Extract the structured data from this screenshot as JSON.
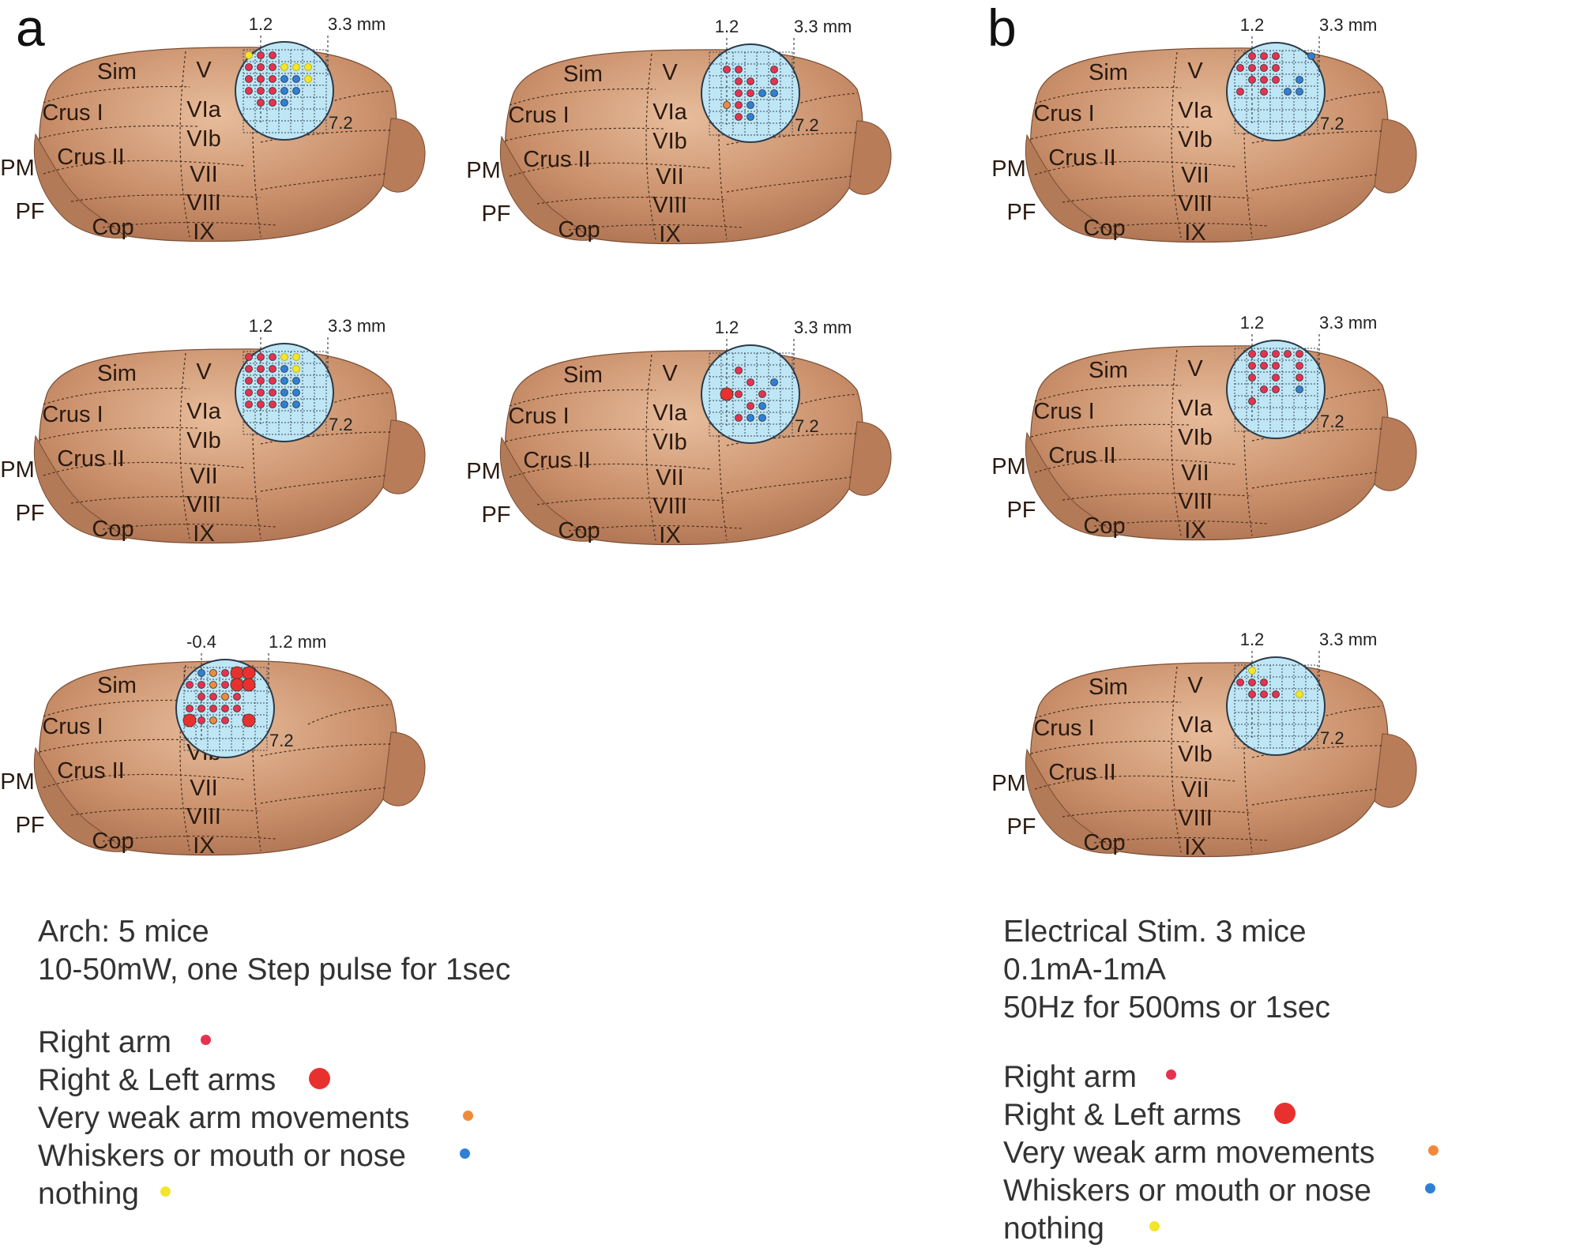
{
  "panels": [
    {
      "letter": "a",
      "conditions": [
        "Arch: 5 mice",
        "10-50mW, one Step pulse for 1sec"
      ],
      "legend": [
        {
          "label": "Right arm",
          "kind": "right"
        },
        {
          "label": "Right & Left arms",
          "kind": "both"
        },
        {
          "label": "Very weak arm movements",
          "kind": "weak"
        },
        {
          "label": "Whiskers or mouth or nose",
          "kind": "whisk"
        },
        {
          "label": "nothing",
          "kind": "none"
        }
      ]
    },
    {
      "letter": "b",
      "conditions": [
        "Electrical Stim. 3 mice",
        "0.1mA-1mA",
        "50Hz for 500ms or 1sec"
      ],
      "legend": [
        {
          "label": "Right arm",
          "kind": "right"
        },
        {
          "label": "Right & Left arms",
          "kind": "both"
        },
        {
          "label": "Very weak arm movements",
          "kind": "weak"
        },
        {
          "label": "Whiskers or mouth or nose",
          "kind": "whisk"
        },
        {
          "label": "nothing",
          "kind": "none"
        }
      ]
    }
  ],
  "region_labels": {
    "sim": "Sim",
    "v": "V",
    "crus1": "Crus I",
    "via": "VIa",
    "vib": "VIb",
    "crus2": "Crus II",
    "pm": "PM",
    "vii": "VII",
    "pf": "PF",
    "viii": "VIII",
    "cop": "Cop",
    "ix": "IX"
  },
  "colors": {
    "right": "#e8314f",
    "both": "#e8312f",
    "weak": "#f08a3a",
    "whisk": "#2f7fd6",
    "none": "#f2e52a",
    "brain": "#c98f6a",
    "window": "#bfe6f5"
  },
  "brains": [
    {
      "id": "a1",
      "tick_left": "1.2",
      "tick_right": "3.3 mm",
      "tick_side": "7.2",
      "dots": [
        [
          0,
          0,
          "none"
        ],
        [
          1,
          0,
          "right"
        ],
        [
          2,
          0,
          "right"
        ],
        [
          0,
          1,
          "right"
        ],
        [
          1,
          1,
          "right"
        ],
        [
          2,
          1,
          "right"
        ],
        [
          3,
          1,
          "none"
        ],
        [
          4,
          1,
          "none"
        ],
        [
          5,
          1,
          "none"
        ],
        [
          0,
          2,
          "right"
        ],
        [
          1,
          2,
          "right"
        ],
        [
          2,
          2,
          "right"
        ],
        [
          3,
          2,
          "whisk"
        ],
        [
          4,
          2,
          "whisk"
        ],
        [
          5,
          2,
          "none"
        ],
        [
          0,
          3,
          "right"
        ],
        [
          1,
          3,
          "right"
        ],
        [
          2,
          3,
          "right"
        ],
        [
          3,
          3,
          "whisk"
        ],
        [
          4,
          3,
          "whisk"
        ],
        [
          1,
          4,
          "right"
        ],
        [
          2,
          4,
          "right"
        ],
        [
          3,
          4,
          "whisk"
        ]
      ]
    },
    {
      "id": "a2",
      "tick_left": "1.2",
      "tick_right": "3.3 mm",
      "tick_side": "7.2",
      "dots": [
        [
          1,
          1,
          "right"
        ],
        [
          2,
          1,
          "right"
        ],
        [
          5,
          1,
          "right"
        ],
        [
          2,
          2,
          "right"
        ],
        [
          3,
          2,
          "right"
        ],
        [
          5,
          2,
          "right"
        ],
        [
          2,
          3,
          "right"
        ],
        [
          3,
          3,
          "right"
        ],
        [
          4,
          3,
          "whisk"
        ],
        [
          5,
          3,
          "whisk"
        ],
        [
          1,
          4,
          "weak"
        ],
        [
          2,
          4,
          "right"
        ],
        [
          3,
          4,
          "whisk"
        ],
        [
          2,
          5,
          "right"
        ],
        [
          3,
          5,
          "whisk"
        ]
      ]
    },
    {
      "id": "b1",
      "tick_left": "1.2",
      "tick_right": "3.3 mm",
      "tick_side": "7.2",
      "dots": [
        [
          1,
          0,
          "right"
        ],
        [
          2,
          0,
          "right"
        ],
        [
          3,
          0,
          "right"
        ],
        [
          6,
          0,
          "whisk"
        ],
        [
          0,
          1,
          "right"
        ],
        [
          1,
          1,
          "right"
        ],
        [
          2,
          1,
          "right"
        ],
        [
          3,
          1,
          "right"
        ],
        [
          1,
          2,
          "right"
        ],
        [
          2,
          2,
          "right"
        ],
        [
          3,
          2,
          "right"
        ],
        [
          5,
          2,
          "whisk"
        ],
        [
          0,
          3,
          "right"
        ],
        [
          2,
          3,
          "right"
        ],
        [
          4,
          3,
          "whisk"
        ],
        [
          5,
          3,
          "whisk"
        ]
      ]
    },
    {
      "id": "a3",
      "tick_left": "1.2",
      "tick_right": "3.3 mm",
      "tick_side": "7.2",
      "dots": [
        [
          0,
          0,
          "right"
        ],
        [
          1,
          0,
          "right"
        ],
        [
          2,
          0,
          "right"
        ],
        [
          3,
          0,
          "none"
        ],
        [
          4,
          0,
          "none"
        ],
        [
          0,
          1,
          "right"
        ],
        [
          1,
          1,
          "right"
        ],
        [
          2,
          1,
          "right"
        ],
        [
          3,
          1,
          "whisk"
        ],
        [
          4,
          1,
          "none"
        ],
        [
          0,
          2,
          "right"
        ],
        [
          1,
          2,
          "right"
        ],
        [
          2,
          2,
          "right"
        ],
        [
          3,
          2,
          "whisk"
        ],
        [
          4,
          2,
          "whisk"
        ],
        [
          0,
          3,
          "right"
        ],
        [
          1,
          3,
          "right"
        ],
        [
          2,
          3,
          "right"
        ],
        [
          3,
          3,
          "whisk"
        ],
        [
          4,
          3,
          "whisk"
        ],
        [
          0,
          4,
          "right"
        ],
        [
          1,
          4,
          "right"
        ],
        [
          2,
          4,
          "right"
        ],
        [
          3,
          4,
          "whisk"
        ],
        [
          4,
          4,
          "whisk"
        ]
      ]
    },
    {
      "id": "a4",
      "tick_left": "1.2",
      "tick_right": "3.3 mm",
      "tick_side": "7.2",
      "dots": [
        [
          2,
          1,
          "right"
        ],
        [
          3,
          2,
          "right"
        ],
        [
          5,
          2,
          "whisk"
        ],
        [
          1,
          3,
          "both"
        ],
        [
          2,
          3,
          "right"
        ],
        [
          4,
          3,
          "right"
        ],
        [
          3,
          4,
          "right"
        ],
        [
          4,
          4,
          "whisk"
        ],
        [
          2,
          5,
          "right"
        ],
        [
          3,
          5,
          "whisk"
        ],
        [
          4,
          5,
          "whisk"
        ]
      ]
    },
    {
      "id": "b2",
      "tick_left": "1.2",
      "tick_right": "3.3 mm",
      "tick_side": "7.2",
      "dots": [
        [
          1,
          0,
          "right"
        ],
        [
          2,
          0,
          "right"
        ],
        [
          3,
          0,
          "right"
        ],
        [
          4,
          0,
          "right"
        ],
        [
          5,
          0,
          "right"
        ],
        [
          1,
          1,
          "right"
        ],
        [
          2,
          1,
          "right"
        ],
        [
          3,
          1,
          "right"
        ],
        [
          5,
          1,
          "right"
        ],
        [
          1,
          2,
          "right"
        ],
        [
          3,
          2,
          "right"
        ],
        [
          5,
          2,
          "right"
        ],
        [
          2,
          3,
          "right"
        ],
        [
          3,
          3,
          "right"
        ],
        [
          5,
          3,
          "whisk"
        ],
        [
          1,
          4,
          "right"
        ]
      ]
    },
    {
      "id": "a5",
      "tick_left": "-0.4",
      "tick_right": "1.2 mm",
      "tick_side": "7.2",
      "dots": [
        [
          1,
          0,
          "whisk"
        ],
        [
          2,
          0,
          "weak"
        ],
        [
          3,
          0,
          "right"
        ],
        [
          4,
          0,
          "both"
        ],
        [
          5,
          0,
          "both"
        ],
        [
          0,
          1,
          "right"
        ],
        [
          1,
          1,
          "right"
        ],
        [
          2,
          1,
          "weak"
        ],
        [
          3,
          1,
          "right"
        ],
        [
          4,
          1,
          "both"
        ],
        [
          5,
          1,
          "both"
        ],
        [
          1,
          2,
          "right"
        ],
        [
          2,
          2,
          "right"
        ],
        [
          3,
          2,
          "weak"
        ],
        [
          4,
          2,
          "right"
        ],
        [
          0,
          3,
          "right"
        ],
        [
          1,
          3,
          "right"
        ],
        [
          2,
          3,
          "right"
        ],
        [
          3,
          3,
          "right"
        ],
        [
          4,
          3,
          "right"
        ],
        [
          0,
          4,
          "both"
        ],
        [
          1,
          4,
          "right"
        ],
        [
          2,
          4,
          "weak"
        ],
        [
          3,
          4,
          "right"
        ],
        [
          5,
          4,
          "both"
        ]
      ]
    },
    {
      "id": "b3",
      "tick_left": "1.2",
      "tick_right": "3.3 mm",
      "tick_side": "7.2",
      "dots": [
        [
          1,
          0,
          "none"
        ],
        [
          0,
          1,
          "right"
        ],
        [
          1,
          1,
          "right"
        ],
        [
          2,
          1,
          "right"
        ],
        [
          1,
          2,
          "right"
        ],
        [
          2,
          2,
          "right"
        ],
        [
          3,
          2,
          "right"
        ],
        [
          5,
          2,
          "none"
        ]
      ]
    }
  ]
}
